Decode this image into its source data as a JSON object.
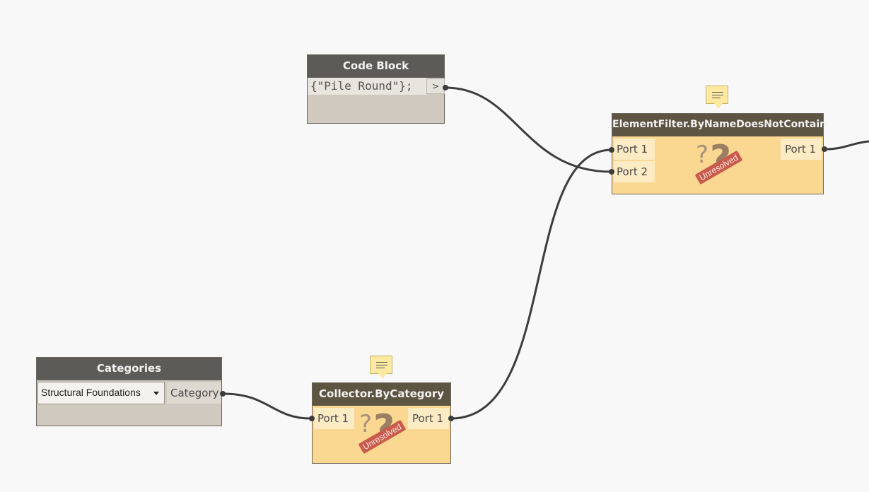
{
  "nodes": {
    "code_block": {
      "title": "Code Block",
      "code": "{\"Pile Round\"};",
      "output_symbol": ">"
    },
    "element_filter": {
      "title": "ElementFilter.ByNameDoesNotContain",
      "inputs": [
        "Port 1",
        "Port 2"
      ],
      "output": "Port 1",
      "status": "Unresolved"
    },
    "categories": {
      "title": "Categories",
      "selected": "Structural Foundations",
      "output": "Category"
    },
    "collector": {
      "title": "Collector.ByCategory",
      "input": "Port 1",
      "output": "Port 1",
      "status": "Unresolved"
    }
  },
  "icons": {
    "note": "note-icon",
    "dropdown": "chevron-down-icon",
    "unresolved": "question-mark-icon"
  },
  "colors": {
    "canvas": "#f8f8f8",
    "wire": "#3c3c3c",
    "unresolved_body": "#fbd892",
    "unresolved_header": "#5e5442",
    "stamp": "#c95a4e"
  }
}
